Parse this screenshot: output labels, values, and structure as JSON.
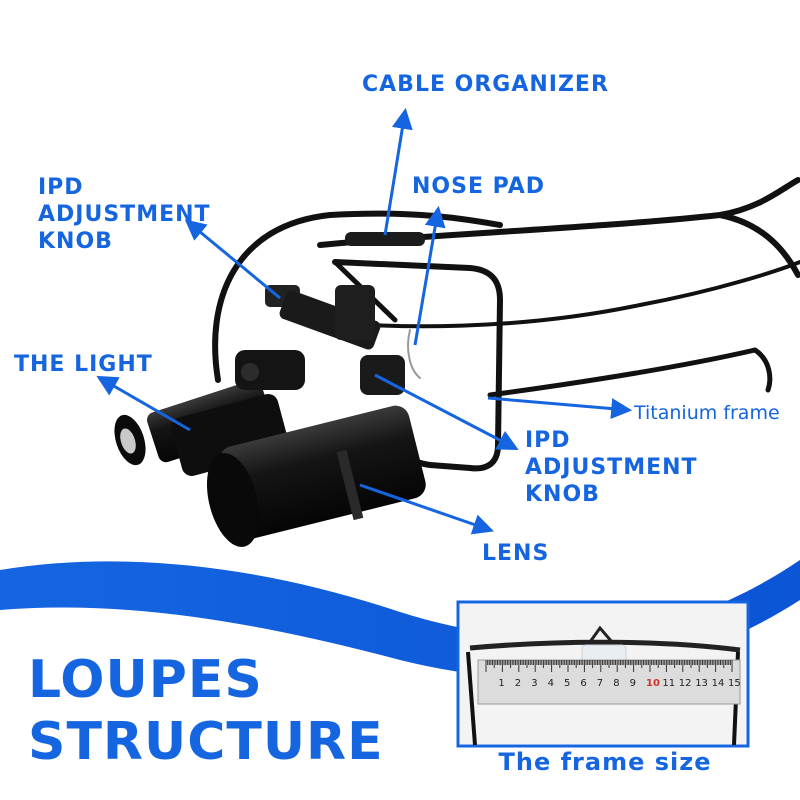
{
  "labels": {
    "cable_organizer": "CABLE ORGANIZER",
    "nose_pad": "NOSE PAD",
    "ipd_knob_top": [
      "IPD",
      "ADJUSTMENT",
      "KNOB"
    ],
    "the_light": "THE LIGHT",
    "titanium_frame": "Titanium frame",
    "ipd_knob_bottom": [
      "IPD",
      "ADJUSTMENT",
      "KNOB"
    ],
    "lens": "LENS"
  },
  "title": [
    "LOUPES",
    "STRUCTURE"
  ],
  "inset": {
    "caption": "The frame size",
    "ruler_numbers": [
      "1",
      "2",
      "3",
      "4",
      "5",
      "6",
      "7",
      "8",
      "9",
      "10",
      "11",
      "12",
      "13",
      "14",
      "15"
    ],
    "highlight_number": "10"
  },
  "colors": {
    "accent": "#1565e0",
    "ruler_highlight": "#d0312d"
  }
}
